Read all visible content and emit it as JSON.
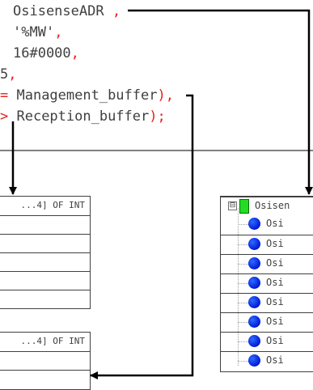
{
  "code": {
    "line1": {
      "text": "OsisenseADR",
      "sep": " ,"
    },
    "line2": {
      "text": "'%MW'",
      "sep": ","
    },
    "line3": {
      "text": "16#0000",
      "sep": ","
    },
    "line4": {
      "text": "5",
      "sep": ","
    },
    "line5": {
      "op": "=",
      "text": " Management_buffer",
      "sep": "),"
    },
    "line6": {
      "op": ">",
      "text": " Reception_buffer",
      "sep": ");"
    }
  },
  "table_top": {
    "header": "...4] OF INT"
  },
  "table_bottom": {
    "header": "...4] OF INT"
  },
  "tree": {
    "collapse_symbol": "⊟",
    "root_label": "Osisen",
    "children": [
      "Osi",
      "Osi",
      "Osi",
      "Osi",
      "Osi",
      "Osi",
      "Osi",
      "Osi"
    ]
  },
  "colors": {
    "code_text": "#404040",
    "code_punct": "#e8201a",
    "node_dot": "#0018d8",
    "root_icon": "#22dd22"
  }
}
